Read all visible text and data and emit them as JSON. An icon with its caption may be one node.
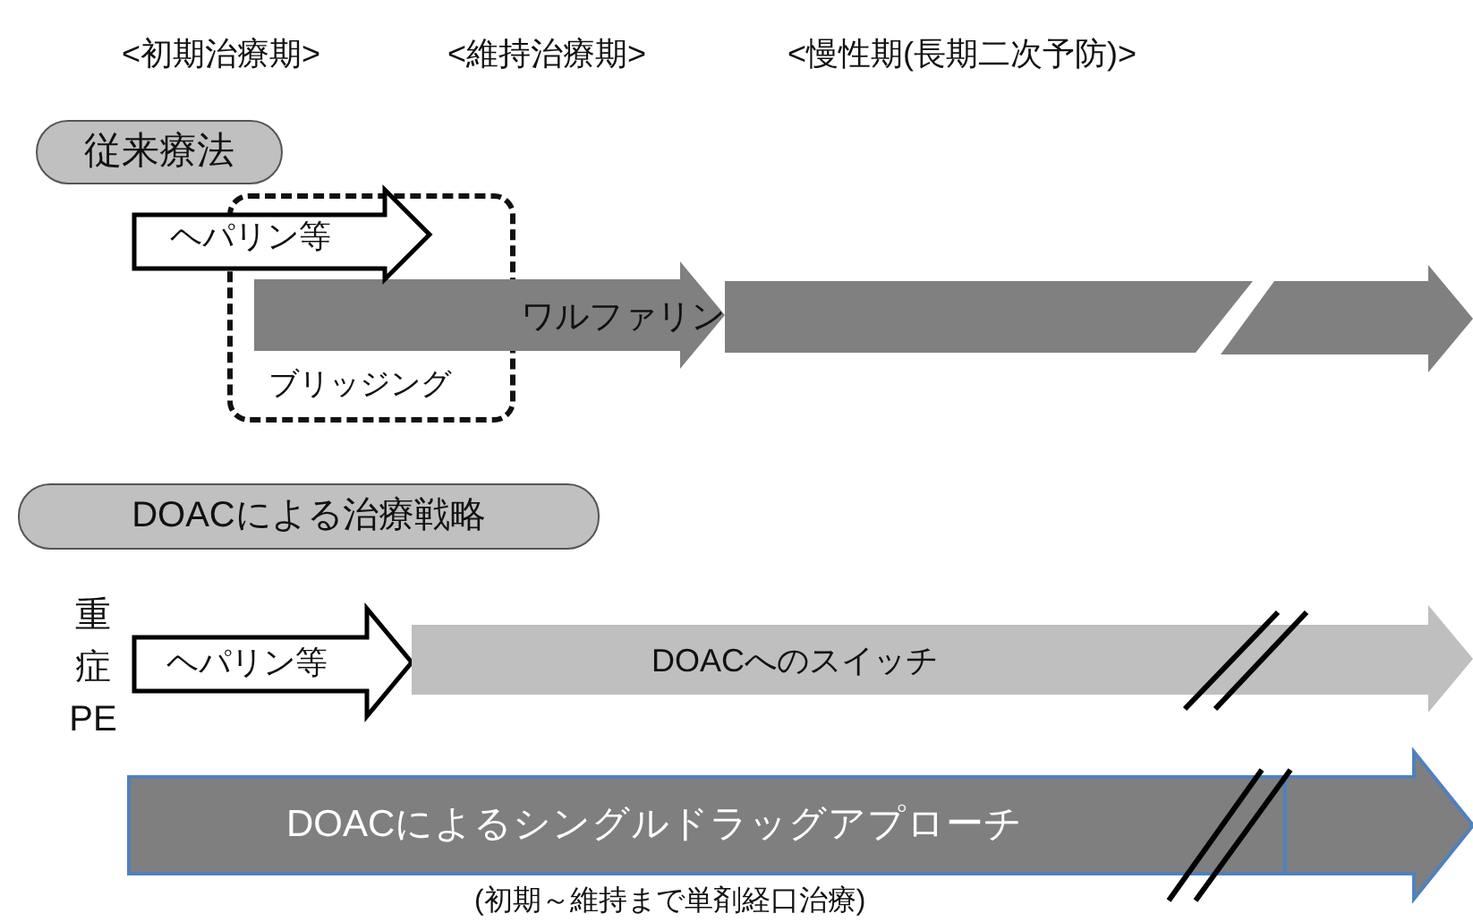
{
  "diagram": {
    "nodes": [
      {
        "text": [
          "従来療法"
        ]
      },
      {
        "text": [
          "ヘパリン等"
        ]
      },
      {
        "text": [
          "ブリッジング"
        ]
      },
      {
        "text": [
          "ワルファリン"
        ]
      },
      {
        "text": [
          "DOACによる治療戦略"
        ]
      },
      {
        "text": [
          "ヘパリン等"
        ],
        "beside": [
          "重症PE"
        ]
      },
      {
        "text": [
          "DOACへのスイッチ"
        ]
      },
      {
        "text": [
          "DOACによるシングルドラッグアプローチ"
        ],
        "beside": [
          "(初期～維持まで単剤経口治療)"
        ]
      }
    ],
    "labels": [
      "<初期治療期>",
      "<維持治療期>",
      "<慢性期(長期二次予防)>"
    ]
  }
}
